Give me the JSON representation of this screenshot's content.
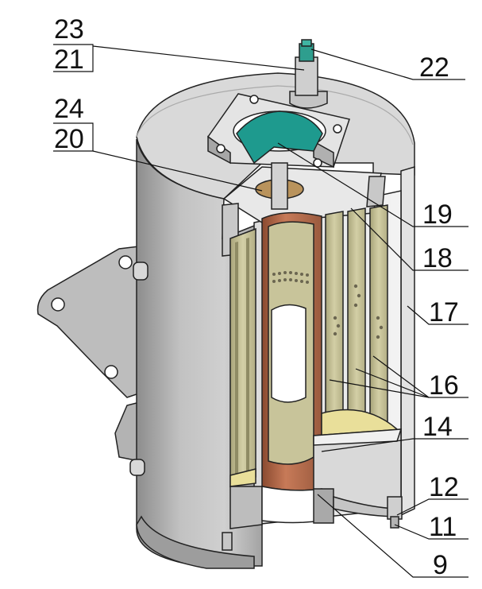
{
  "labels": {
    "l23": "23",
    "l21": "21",
    "l24": "24",
    "l20": "20",
    "l22": "22",
    "l19": "19",
    "l18": "18",
    "l17": "17",
    "l16": "16",
    "l14": "14",
    "l12": "12",
    "l11": "11",
    "l9": "9"
  },
  "colors": {
    "housing": "#c9c9c9",
    "housing_dark": "#8e8e8e",
    "housing_light": "#e6e6e6",
    "copper": "#b86a4a",
    "filter_olive": "#c8c49a",
    "filter_yellow": "#e9df9a",
    "teal": "#1e9a8e",
    "bronze": "#b9935c"
  }
}
